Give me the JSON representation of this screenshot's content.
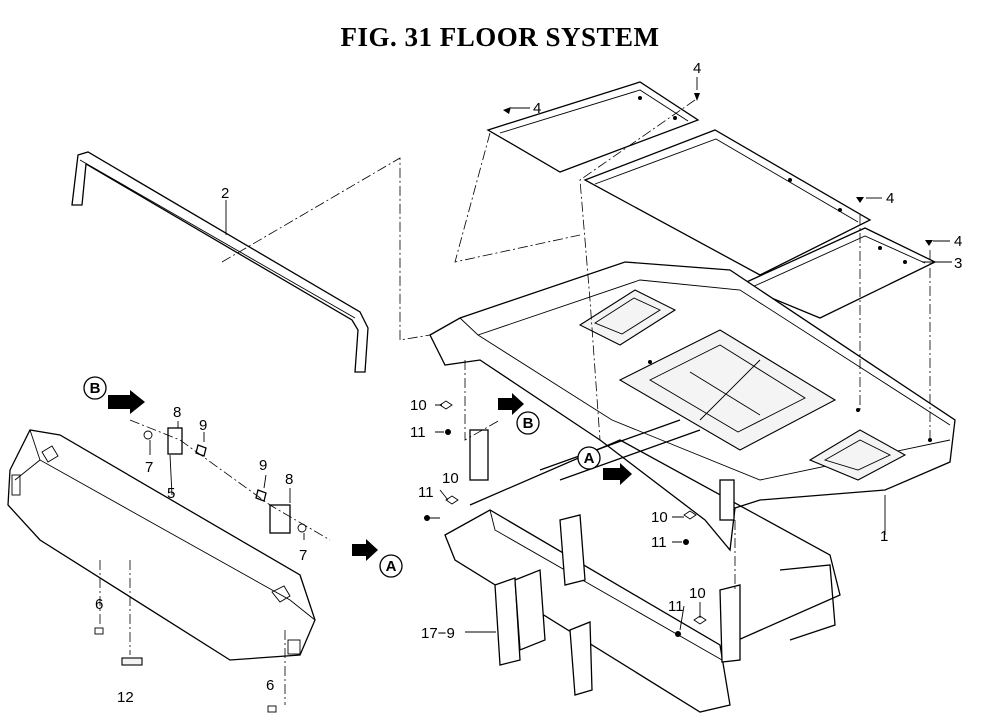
{
  "figure": {
    "title": "FIG. 31  FLOOR SYSTEM"
  },
  "callouts": [
    {
      "id": "c-1",
      "text": "1"
    },
    {
      "id": "c-2",
      "text": "2"
    },
    {
      "id": "c-3",
      "text": "3"
    },
    {
      "id": "c-4a",
      "text": "4"
    },
    {
      "id": "c-4b",
      "text": "4"
    },
    {
      "id": "c-4c",
      "text": "4"
    },
    {
      "id": "c-4d",
      "text": "4"
    },
    {
      "id": "c-5",
      "text": "5"
    },
    {
      "id": "c-6a",
      "text": "6"
    },
    {
      "id": "c-6b",
      "text": "6"
    },
    {
      "id": "c-7a",
      "text": "7"
    },
    {
      "id": "c-7b",
      "text": "7"
    },
    {
      "id": "c-8a",
      "text": "8"
    },
    {
      "id": "c-8b",
      "text": "8"
    },
    {
      "id": "c-9a",
      "text": "9"
    },
    {
      "id": "c-9b",
      "text": "9"
    },
    {
      "id": "c-10a",
      "text": "10"
    },
    {
      "id": "c-10b",
      "text": "10"
    },
    {
      "id": "c-10c",
      "text": "10"
    },
    {
      "id": "c-10d",
      "text": "10"
    },
    {
      "id": "c-11a",
      "text": "11"
    },
    {
      "id": "c-11b",
      "text": "11"
    },
    {
      "id": "c-11c",
      "text": "11"
    },
    {
      "id": "c-11d",
      "text": "11"
    },
    {
      "id": "c-12",
      "text": "12"
    },
    {
      "id": "c-17-9",
      "text": "17−9"
    }
  ],
  "references": [
    {
      "id": "ref-b-left",
      "text": "B"
    },
    {
      "id": "ref-b-right",
      "text": "B"
    },
    {
      "id": "ref-a-upper",
      "text": "A"
    },
    {
      "id": "ref-a-lower",
      "text": "A"
    }
  ]
}
